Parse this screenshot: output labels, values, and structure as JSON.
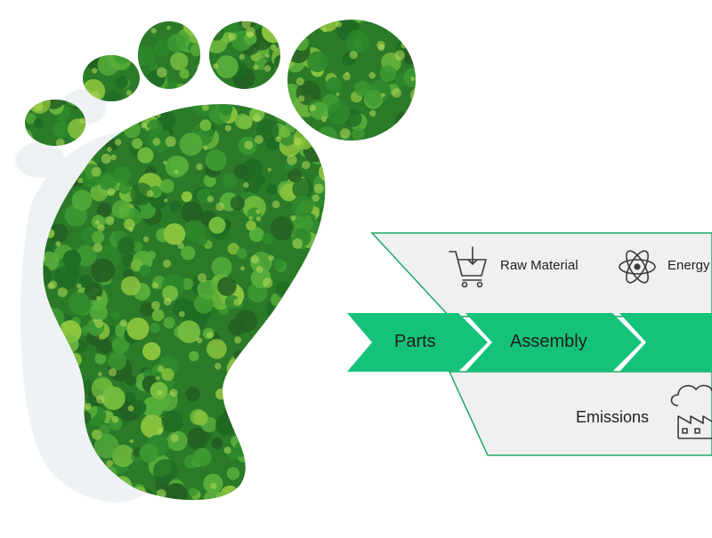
{
  "colors": {
    "accent_green": "#15c27a",
    "panel_fill": "#f0f0f0",
    "panel_border": "#1fa866",
    "icon_stroke": "#3a3a3a",
    "foliage_dark": "#1f6b24",
    "foliage_mid": "#3d9a32",
    "foliage_light": "#8cc43e"
  },
  "illustration": {
    "subject": "footprint-of-trees",
    "toes": 5
  },
  "flow": {
    "steps": [
      {
        "label": "Parts"
      },
      {
        "label": "Assembly"
      },
      {
        "label": ""
      }
    ]
  },
  "inputs": [
    {
      "label": "Raw Material",
      "icon": "cart-download-icon"
    },
    {
      "label": "Energy",
      "icon": "atom-icon"
    }
  ],
  "outputs": [
    {
      "label": "Emissions",
      "icon": "factory-cloud-icon"
    }
  ]
}
